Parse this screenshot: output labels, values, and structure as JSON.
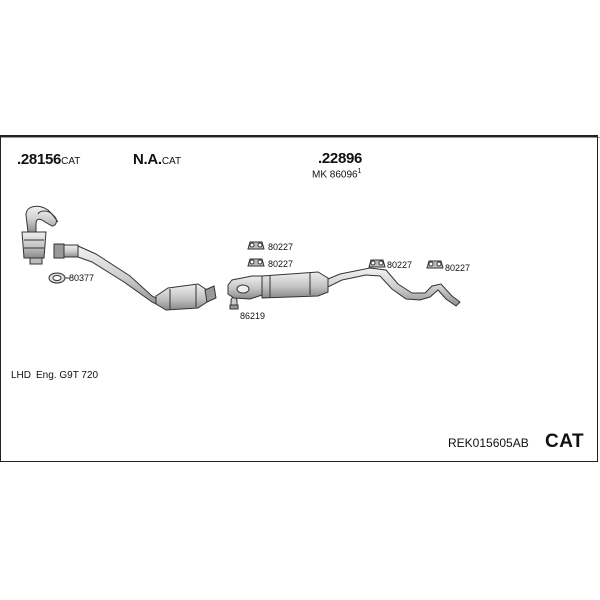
{
  "header_codes": {
    "c1": {
      "number": ".28156",
      "suffix": "CAT"
    },
    "c2": {
      "number": "N.A.",
      "suffix": "CAT"
    },
    "c3": {
      "number": ".22896",
      "sub_prefix": "MK",
      "sub_number": "86096",
      "sub_mark": "1"
    }
  },
  "parts": {
    "gasket_1": "80377",
    "hanger_1": "80227",
    "hanger_2": "80227",
    "hanger_3": "80227",
    "hanger_4": "80227",
    "clamp_1": "86219"
  },
  "vehicle": {
    "drive": "LHD",
    "engine": "Eng. G9T 720"
  },
  "footer": {
    "reference": "REK015605AB",
    "kit_type": "CAT"
  },
  "colors": {
    "line": "#333333",
    "part_fill": "#d9d9d9",
    "part_shade": "#a8a8a8"
  }
}
